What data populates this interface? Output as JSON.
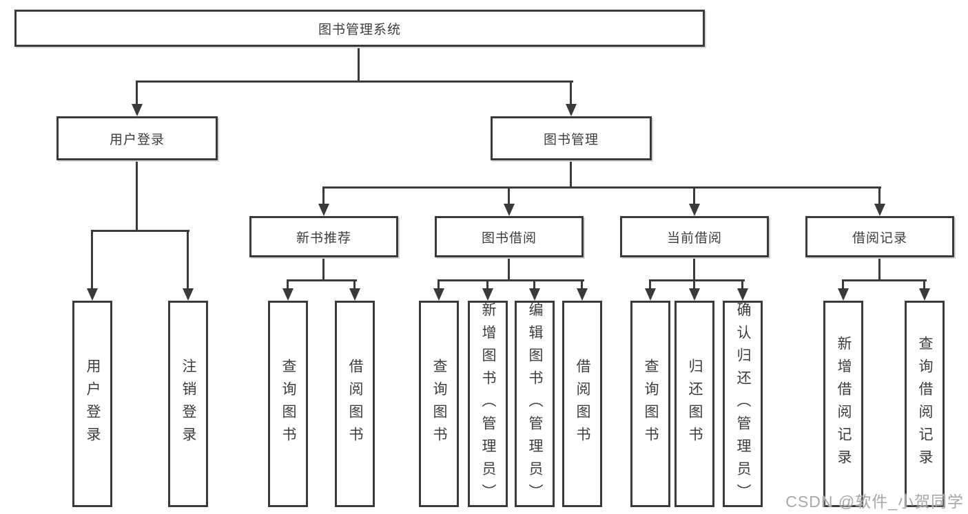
{
  "diagram": {
    "root_label": "图书管理系统",
    "branches": {
      "user_login": {
        "label": "用户登录",
        "children": [
          "用户登录",
          "注销登录"
        ]
      },
      "book_management": {
        "label": "图书管理",
        "sections": [
          {
            "label": "新书推荐",
            "children": [
              "查询图书",
              "借阅图书"
            ]
          },
          {
            "label": "图书借阅",
            "children": [
              "查询图书",
              "新增图书（管理员）",
              "编辑图书（管理员）",
              "借阅图书"
            ]
          },
          {
            "label": "当前借阅",
            "children": [
              "查询图书",
              "归还图书",
              "确认归还（管理员）"
            ]
          },
          {
            "label": "借阅记录",
            "children": [
              "新增借阅记录",
              "查询借阅记录"
            ]
          }
        ]
      }
    },
    "colors": {
      "line": "#3a3a3a",
      "text": "#3d3d3d",
      "background": "#ffffff",
      "watermark": "#a8a8a8"
    }
  },
  "watermark": "CSDN @软件_小贺同学"
}
